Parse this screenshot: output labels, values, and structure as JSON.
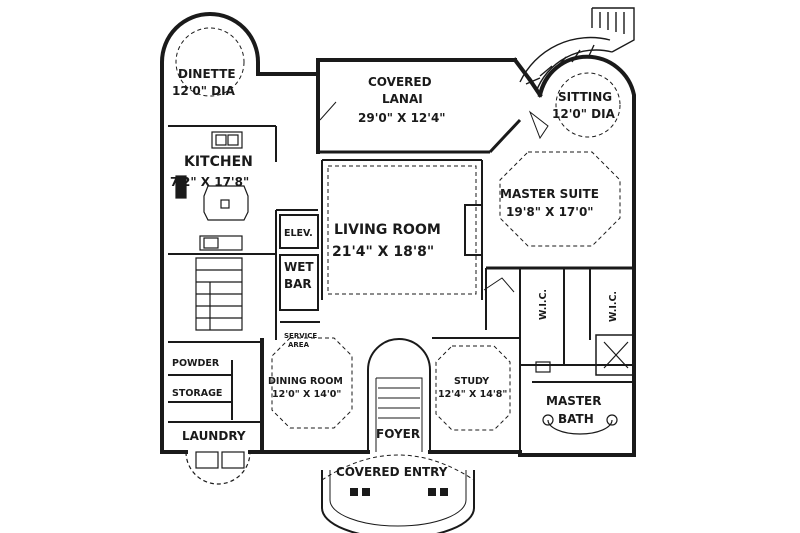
{
  "plan": {
    "rooms": [
      {
        "id": "dinette",
        "name": "DINETTE",
        "dims": "12'0\" DIA"
      },
      {
        "id": "covered-lanai",
        "name": "COVERED",
        "name2": "LANAI",
        "dims": "29'0\" X 12'4\""
      },
      {
        "id": "sitting",
        "name": "SITTING",
        "dims": "12'0\" DIA"
      },
      {
        "id": "kitchen",
        "name": "KITCHEN",
        "dims": "7'2\" X 17'8\""
      },
      {
        "id": "master-suite",
        "name": "MASTER SUITE",
        "dims": "19'8\" X 17'0\""
      },
      {
        "id": "living-room",
        "name": "LIVING ROOM",
        "dims": "21'4\" X 18'8\""
      },
      {
        "id": "elev",
        "name": "ELEV."
      },
      {
        "id": "wet-bar",
        "name": "WET",
        "name2": "BAR"
      },
      {
        "id": "service-area",
        "name": "SERVICE",
        "name2": "AREA"
      },
      {
        "id": "wic-left",
        "name": "W.I.C."
      },
      {
        "id": "wic-right",
        "name": "W.I.C."
      },
      {
        "id": "powder",
        "name": "POWDER"
      },
      {
        "id": "storage",
        "name": "STORAGE"
      },
      {
        "id": "dining-room",
        "name": "DINING ROOM",
        "dims": "12'0\" X 14'0\""
      },
      {
        "id": "study",
        "name": "STUDY",
        "dims": "12'4\" X 14'8\""
      },
      {
        "id": "master-bath",
        "name": "MASTER",
        "name2": "BATH"
      },
      {
        "id": "laundry",
        "name": "LAUNDRY"
      },
      {
        "id": "foyer",
        "name": "FOYER"
      },
      {
        "id": "covered-entry",
        "name": "COVERED ENTRY"
      }
    ]
  },
  "colors": {
    "ink": "#1a1a1a",
    "paper": "#ffffff"
  }
}
